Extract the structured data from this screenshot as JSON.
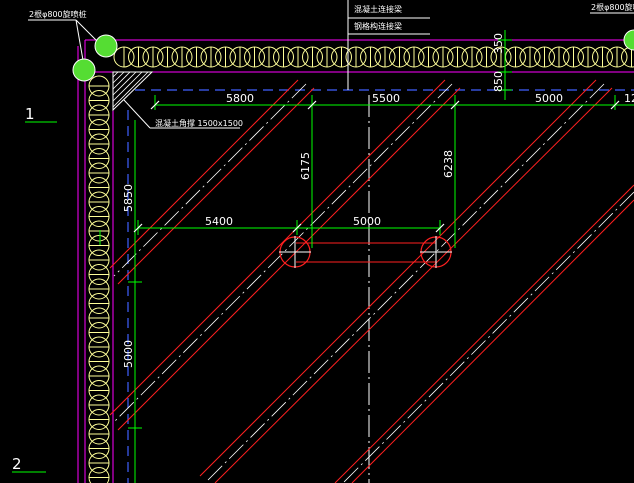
{
  "annotations": {
    "pile_corner_top": "2根φ800旋喷桩",
    "pile_corner_right": "2根φ800旋喷桩",
    "legend_line_1": "混凝土连接梁",
    "legend_line_2": "钢格构连接梁",
    "corner_pad": "混凝土角撑 1500x1500"
  },
  "axis_labels": {
    "axis_1": "1",
    "axis_2": "2"
  },
  "dimensions": {
    "top_850": "850",
    "top_350": "350",
    "span_5800": "5800",
    "span_5500": "5500",
    "span_5000_top": "5000",
    "span_12": "12",
    "span_6175": "6175",
    "span_6238": "6238",
    "span_5400": "5400",
    "span_5000_mid": "5000",
    "left_5850": "5850",
    "left_5000": "5000"
  },
  "colors": {
    "background": "#000000",
    "pile": "#ffff99",
    "wall": "#ff00ff",
    "grid": "#00ff00",
    "strut": "#ff2020",
    "centerline": "#ffffff",
    "dashline": "#4060ff",
    "text": "#ffffff",
    "pile_green": "#55dd33"
  }
}
